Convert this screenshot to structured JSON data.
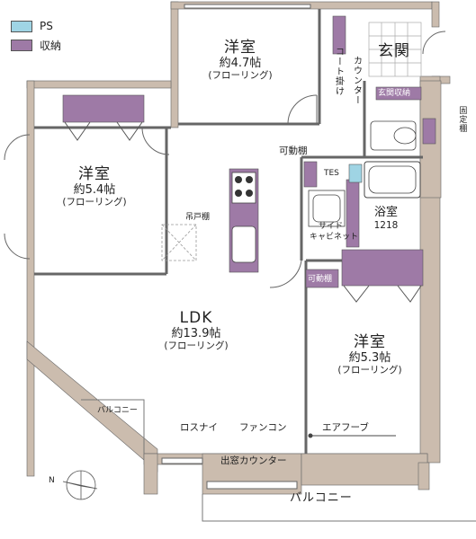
{
  "legend": {
    "items": [
      {
        "label": "PS",
        "color": "#9fd4e4"
      },
      {
        "label": "収納",
        "color": "#9e7aa6"
      }
    ]
  },
  "colors": {
    "wall": "#cbbcae",
    "storage": "#9e7aa6",
    "ps": "#9fd4e4",
    "line": "#555555"
  },
  "rooms": {
    "western_47": {
      "name": "洋室",
      "size": "約4.7帖",
      "floor": "(フローリング)"
    },
    "western_54": {
      "name": "洋室",
      "size": "約5.4帖",
      "floor": "(フローリング)"
    },
    "ldk": {
      "name": "LDK",
      "size": "約13.9帖",
      "floor": "(フローリング)"
    },
    "western_53": {
      "name": "洋室",
      "size": "約5.3帖",
      "floor": "(フローリング)"
    },
    "entrance": {
      "name": "玄関"
    },
    "bath": {
      "name": "浴室",
      "size": "1218"
    }
  },
  "fixtures": {
    "coat_hook": "コート掛け",
    "counter": "カウンター",
    "entrance_storage": "玄関収納",
    "fixed_shelf": "固定棚",
    "movable_shelf_1": "可動棚",
    "movable_shelf_2": "可動棚",
    "tes": "TES",
    "side_cabinet_1": "サイド",
    "side_cabinet_2": "キャビネット",
    "hanging_cabinet": "吊戸棚",
    "balcony_small": "バルコニー",
    "balcony_main": "バルコニー",
    "losnai": "ロスナイ",
    "fan_con": "ファンコン",
    "air_hook": "エアフーブ",
    "window_counter": "出窓カウンター"
  },
  "compass": {
    "label": "N"
  }
}
